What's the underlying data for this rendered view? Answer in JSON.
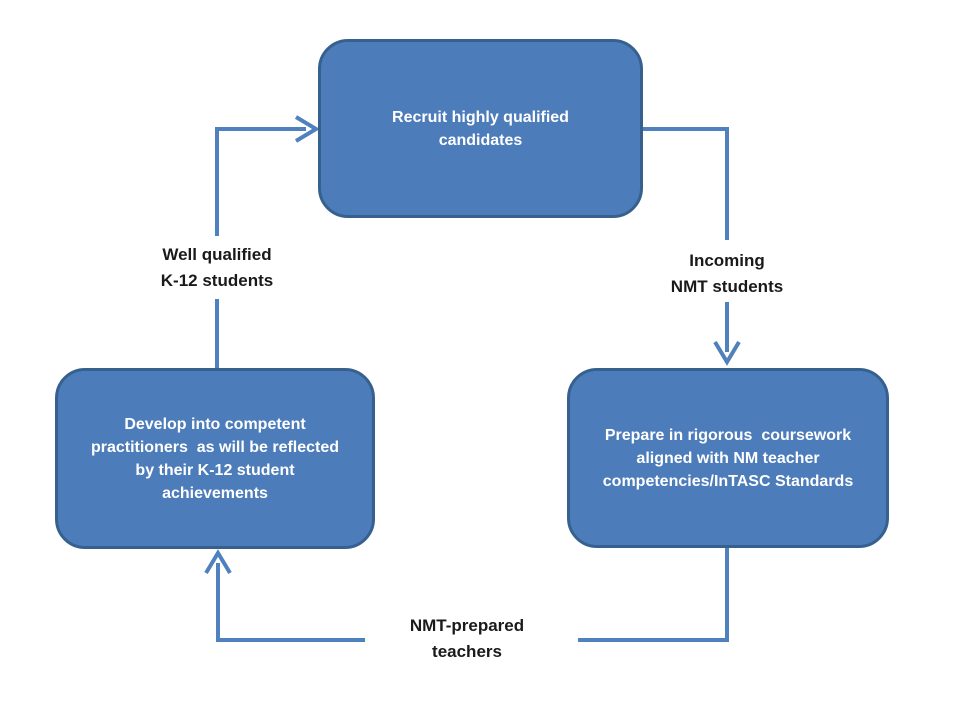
{
  "colors": {
    "background": "#ffffff",
    "box_fill": "#4d7cbb",
    "box_border": "#36618f",
    "box_text": "#ffffff",
    "connector": "#4e81bd",
    "label_text": "#1a1a1a"
  },
  "diagram": {
    "nodes": [
      {
        "id": "recruit",
        "lines": [
          "Recruit highly qualified",
          "candidates"
        ]
      },
      {
        "id": "prepare",
        "lines": [
          "Prepare in rigorous  coursework",
          "aligned with NM teacher",
          "competencies/InTASC Standards"
        ]
      },
      {
        "id": "develop",
        "lines": [
          "Develop into competent",
          "practitioners  as will be reflected",
          "by their K-12 student",
          "achievements"
        ]
      }
    ],
    "edge_labels": [
      {
        "id": "well_qualified",
        "lines": [
          "Well qualified",
          "K-12 students"
        ]
      },
      {
        "id": "incoming",
        "lines": [
          "Incoming",
          "NMT students"
        ]
      },
      {
        "id": "nmt_prepared",
        "lines": [
          "NMT-prepared",
          "teachers"
        ]
      }
    ]
  }
}
